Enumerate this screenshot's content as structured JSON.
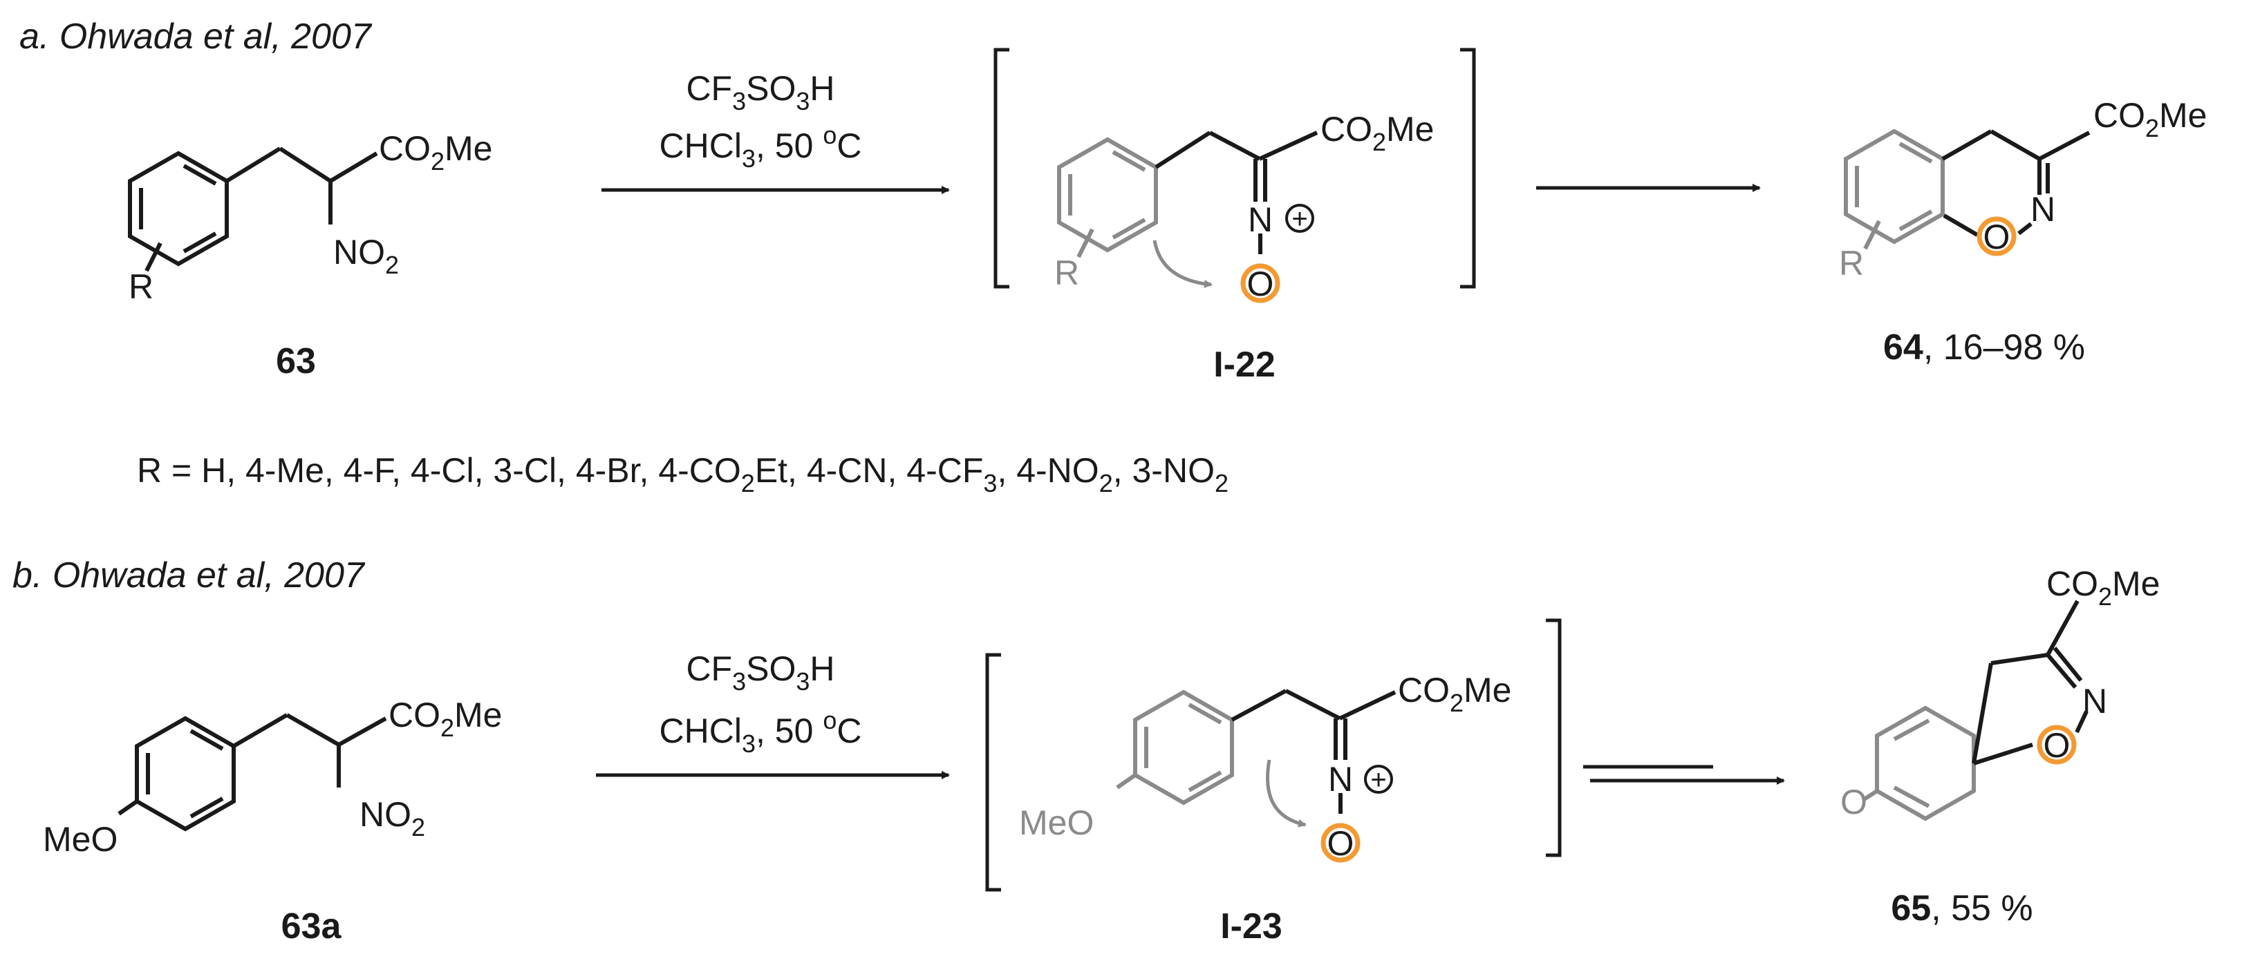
{
  "panel_a": {
    "heading": "a. Ohwada et al, 2007",
    "reagent_line1": {
      "main": "CF",
      "sub1": "3",
      "mid": "SO",
      "sub2": "3",
      "end": "H"
    },
    "reagent_line2": {
      "main": "CHCl",
      "sub1": "3",
      "rest": ", 50 ",
      "sup": "o",
      "end": "C"
    },
    "substrate": {
      "label": "63",
      "ester": {
        "main": "CO",
        "sub": "2",
        "end": "Me"
      },
      "nitro": {
        "main": "NO",
        "sub": "2"
      },
      "r": "R"
    },
    "intermediate": {
      "label": "I-22",
      "ester": {
        "main": "CO",
        "sub": "2",
        "end": "Me"
      },
      "n": "N",
      "o": "O",
      "charge": "+",
      "r": "R"
    },
    "product": {
      "label": "64",
      "yield": ", 16–98 %",
      "ester": {
        "main": "CO",
        "sub": "2",
        "end": "Me"
      },
      "n": "N",
      "o": "O",
      "r": "R"
    },
    "substituents": {
      "p1": "R = H, 4-Me, 4-F, 4-Cl, 3-Cl, 4-Br, 4-CO",
      "s1": "2",
      "p2": "Et, 4-CN, 4-CF",
      "s2": "3",
      "p3": ", 4-NO",
      "s3": "2",
      "p4": ", 3-NO",
      "s4": "2"
    }
  },
  "panel_b": {
    "heading": "b. Ohwada et al, 2007",
    "reagent_line1": {
      "main": "CF",
      "sub1": "3",
      "mid": "SO",
      "sub2": "3",
      "end": "H"
    },
    "reagent_line2": {
      "main": "CHCl",
      "sub1": "3",
      "rest": ", 50 ",
      "sup": "o",
      "end": "C"
    },
    "substrate": {
      "label": "63a",
      "ester": {
        "main": "CO",
        "sub": "2",
        "end": "Me"
      },
      "nitro": {
        "main": "NO",
        "sub": "2"
      },
      "meo": "MeO"
    },
    "intermediate": {
      "label": "I-23",
      "ester": {
        "main": "CO",
        "sub": "2",
        "end": "Me"
      },
      "n": "N",
      "o": "O",
      "charge": "+",
      "meo": "MeO"
    },
    "product": {
      "label": "65",
      "yield": ", 55 %",
      "ester": {
        "main": "CO",
        "sub": "2",
        "end": "Me"
      },
      "n": "N",
      "o": "O",
      "keto": "O"
    }
  },
  "colors": {
    "ink": "#1a1a1a",
    "faded": "#8a8a8a",
    "highlight": "#f39a33"
  }
}
